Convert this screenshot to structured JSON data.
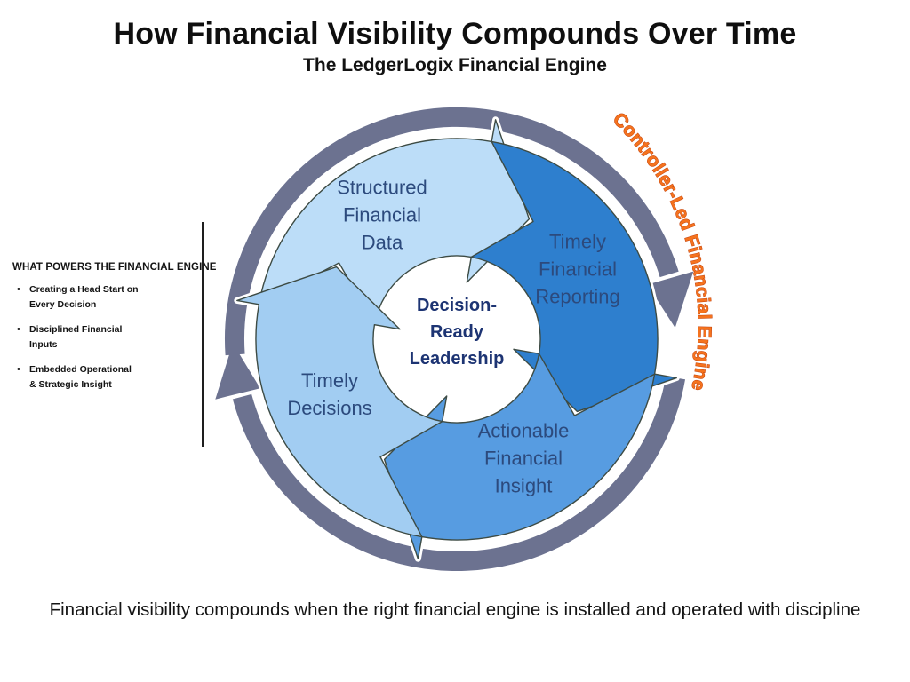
{
  "title": "How Financial Visibility Compounds Over Time",
  "subtitle": "The LedgerLogix Financial Engine",
  "side_panel": {
    "heading": "WHAT POWERS THE FINANCIAL ENGINE",
    "bullet_glyph": "•",
    "bullets": [
      "Creating a Head Start on\nEvery Decision",
      "Disciplined Financial\nInputs",
      "Embedded Operational\n& Strategic Insight"
    ]
  },
  "cycle": {
    "center_label": "Decision-\nReady\nLeadership",
    "center_label_color": "#1d3473",
    "label_color": "#2c4a7d",
    "ring_color": "#6c7290",
    "segment_outline": "#3d4b44",
    "segments": [
      {
        "label": "Structured\nFinancial\nData",
        "color": "#bcddf8"
      },
      {
        "label": "Timely\nFinancial\nReporting",
        "color": "#2e7fce"
      },
      {
        "label": "Actionable\nFinancial\nInsight",
        "color": "#579ce1"
      },
      {
        "label": "Timely\nDecisions",
        "color": "#a2cdf2"
      }
    ]
  },
  "curved_label": {
    "text": "Controller-Led Financial Engine",
    "color": "#f5731e",
    "outline": "#c2410c"
  },
  "caption": "Financial visibility compounds when the right financial engine is installed and operated with discipline"
}
